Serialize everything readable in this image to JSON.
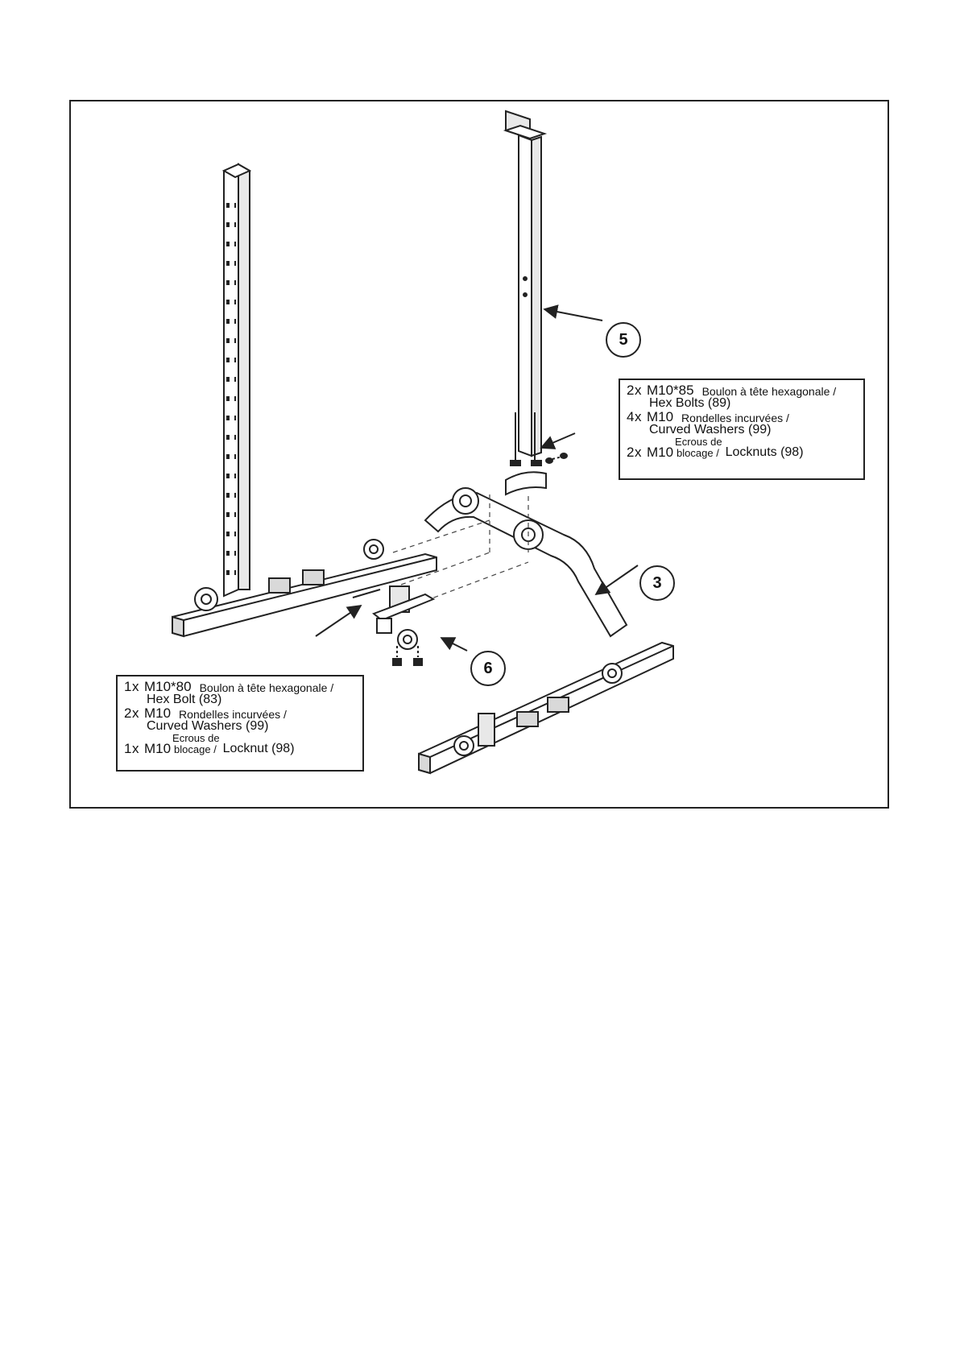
{
  "part_labels": {
    "p5": "5",
    "p3": "3",
    "p6": "6"
  },
  "callout_top": {
    "rows": [
      {
        "qty": "2x",
        "size": "M10*85",
        "fr": "Boulon à tête hexagonale /",
        "en": "Hex Bolts (89)"
      },
      {
        "qty": "4x",
        "size": "M10",
        "fr": "Rondelles incurvées /",
        "en": "Curved Washers (99)"
      },
      {
        "qty": "2x",
        "size": "M10",
        "fr_line1": "Ecrous de",
        "fr_line2": "blocage /",
        "en": "Locknuts (98)"
      }
    ]
  },
  "callout_bottom": {
    "rows": [
      {
        "qty": "1x",
        "size": "M10*80",
        "fr": "Boulon à tête hexagonale /",
        "en": "Hex Bolt (83)"
      },
      {
        "qty": "2x",
        "size": "M10",
        "fr": "Rondelles incurvées /",
        "en": "Curved Washers (99)"
      },
      {
        "qty": "1x",
        "size": "M10",
        "fr_line1": "Ecrous de",
        "fr_line2": "blocage /",
        "en": "Locknut (98)"
      }
    ]
  },
  "colors": {
    "line": "#222222",
    "fill": "#ffffff",
    "shade": "#d9d9d9"
  }
}
